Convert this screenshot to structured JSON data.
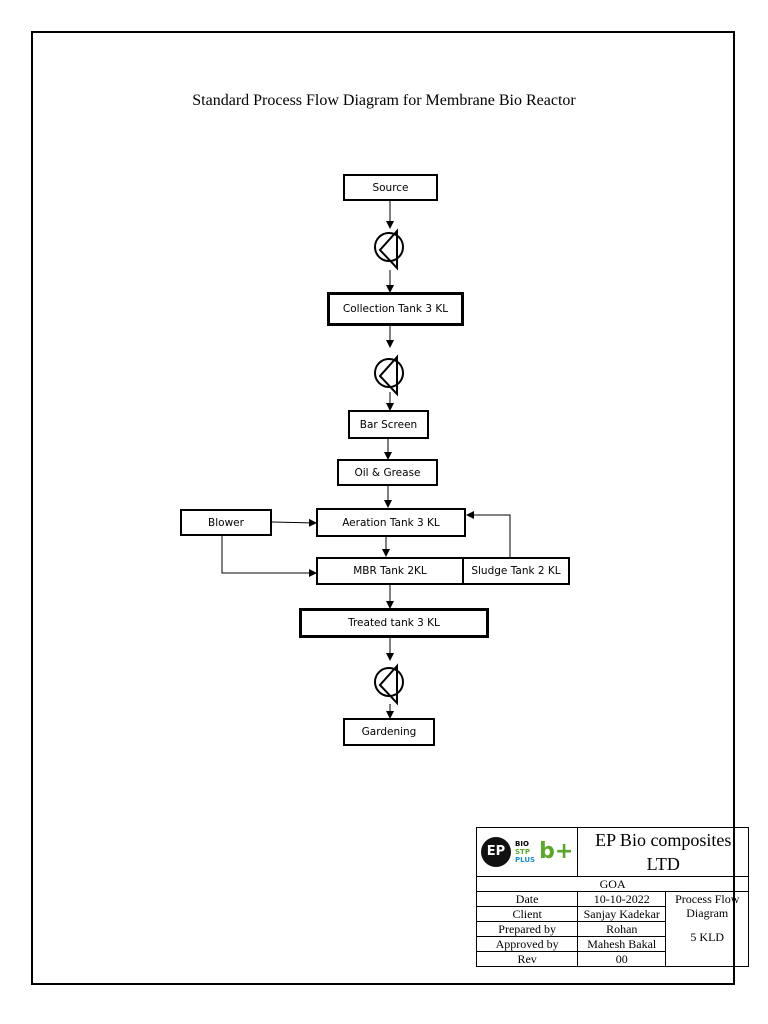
{
  "title": "Standard Process Flow Diagram for Membrane Bio Reactor",
  "nodes": {
    "source": "Source",
    "collection": "Collection Tank 3 KL",
    "bar_screen": "Bar Screen",
    "oil_grease": "Oil & Grease",
    "blower": "Blower",
    "aeration": "Aeration Tank 3 KL",
    "mbr": "MBR Tank 2KL",
    "sludge": "Sludge Tank 2 KL",
    "treated": "Treated tank 3 KL",
    "gardening": "Gardening"
  },
  "pump_symbol": "pump-icon",
  "title_block": {
    "logo_text": [
      "EP",
      "BIO",
      "STP",
      "PLUS",
      "b+"
    ],
    "company": "EP Bio composites LTD",
    "location": "GOA",
    "date_label": "Date",
    "date_value": "10-10-2022",
    "client_label": "Client",
    "client_value": "Sanjay Kadekar",
    "prepared_label": "Prepared by",
    "prepared_value": "Rohan",
    "approved_label": "Approved by",
    "approved_value": "Mahesh Bakal",
    "rev_label": "Rev",
    "rev_value": "00",
    "doc_type": "Process Flow Diagram",
    "capacity": "5 KLD"
  }
}
